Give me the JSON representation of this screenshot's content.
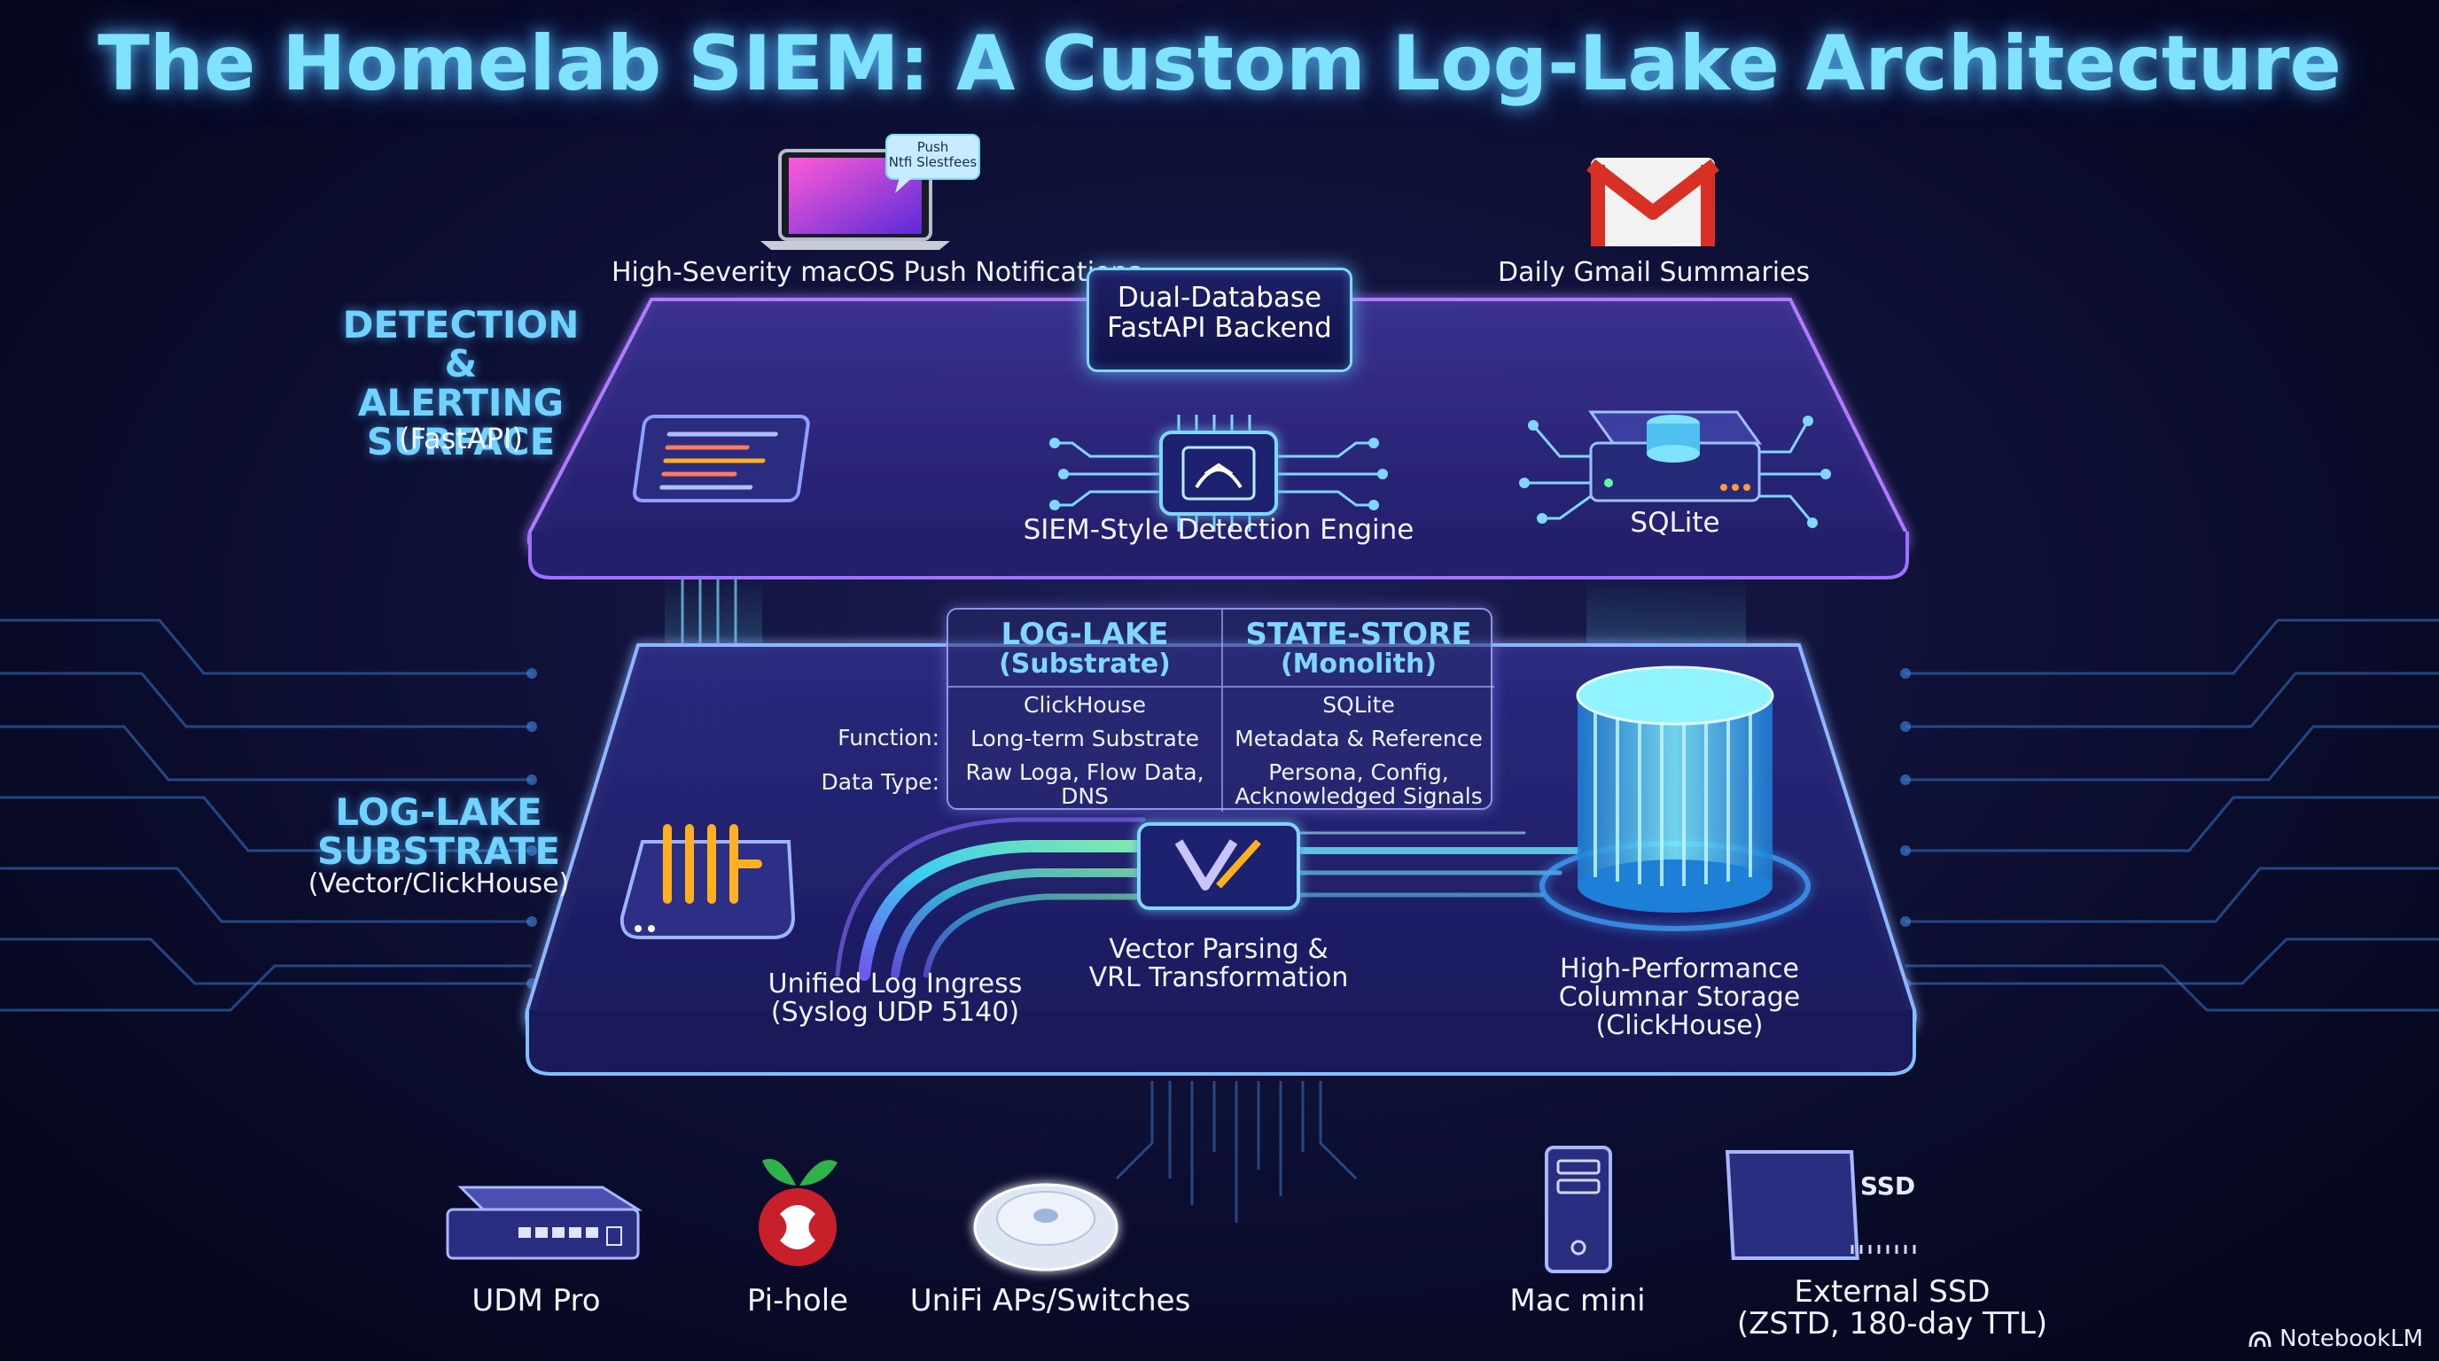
{
  "title": "The Homelab SIEM: A Custom Log-Lake Architecture",
  "detection": {
    "heading_lines": [
      "DETECTION",
      "& ALERTING",
      "SURFACE"
    ],
    "sub": "(FastAPI)",
    "backend_lines": [
      "Dual-Database",
      "FastAPI Backend"
    ],
    "engine_label": "SIEM-Style Detection Engine",
    "sqlite_label": "SQLite",
    "push_label": "High-Severity macOS Push Notifications",
    "push_bubble_lines": [
      "Push",
      "Ntfi Slestfees"
    ],
    "gmail_label": "Daily Gmail Summaries"
  },
  "substrate": {
    "heading_lines": [
      "LOG-LAKE",
      "SUBSTRATE"
    ],
    "sub": "(Vector/ClickHouse)",
    "ingress_lines": [
      "Unified Log Ingress",
      "(Syslog UDP 5140)"
    ],
    "vector_lines": [
      "Vector Parsing &",
      "VRL Transformation"
    ],
    "storage_lines": [
      "High-Performance",
      "Columnar Storage",
      "(ClickHouse)"
    ]
  },
  "comparison": {
    "left_head": "LOG-LAKE",
    "left_sub": "(Substrate)",
    "right_head": "STATE-STORE",
    "right_sub": "(Monolith)",
    "rows": [
      {
        "label": "",
        "left": "ClickHouse",
        "right": "SQLite"
      },
      {
        "label": "Function:",
        "left": "Long-term Substrate",
        "right": "Metadata & Reference"
      },
      {
        "label": "Data Type:",
        "left_lines": [
          "Raw Loga, Flow Data,",
          "DNS"
        ],
        "right_lines": [
          "Persona, Config,",
          "Acknowledged Signals"
        ]
      }
    ]
  },
  "sources": [
    {
      "name": "UDM Pro",
      "icon": "router-icon"
    },
    {
      "name": "Pi-hole",
      "icon": "raspberry-icon"
    },
    {
      "name": "UniFi APs/Switches",
      "icon": "access-point-icon"
    },
    {
      "name": "Mac mini",
      "icon": "server-tower-icon"
    },
    {
      "name_lines": [
        "External SSD",
        "(ZSTD, 180-day TTL)"
      ],
      "icon": "ssd-icon",
      "badge": "SSD"
    }
  ],
  "branding": "NotebookLM",
  "colors": {
    "accent": "#7fe3ff",
    "heading": "#6fd2ff",
    "orange": "#ffb020",
    "background": "#0e1036"
  }
}
